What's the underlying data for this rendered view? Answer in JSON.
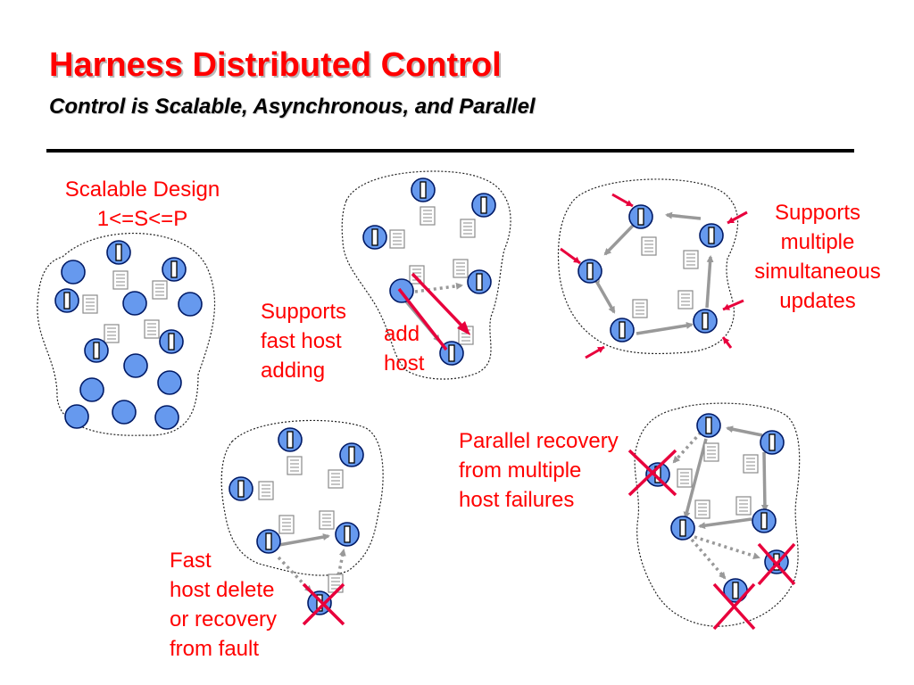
{
  "slide": {
    "title": "Harness Distributed Control",
    "subtitle": "Control is Scalable, Asynchronous, and Parallel"
  },
  "labels": {
    "scalable_design": [
      "Scalable Design",
      "1<=S<=P"
    ],
    "fast_host_adding": [
      "Supports",
      "fast host",
      "adding"
    ],
    "add_host": [
      "add",
      "host"
    ],
    "simultaneous_updates": [
      "Supports",
      "multiple",
      "simultaneous",
      "updates"
    ],
    "parallel_recovery": [
      "Parallel recovery",
      "from multiple",
      "host failures"
    ],
    "fast_delete": [
      "Fast",
      "host delete",
      "or recovery",
      "from fault"
    ]
  },
  "colors": {
    "title": "#ff0000",
    "label": "#ff0000",
    "node_fill": "#6699ee",
    "node_stroke": "#001a66",
    "arrow": "#999999",
    "marker": "#e8003c"
  },
  "icons": {
    "host": "circle-node-icon",
    "daemon": "daemon-bar-icon",
    "document": "document-icon",
    "failure": "x-cross-icon",
    "update": "red-arrow-icon"
  }
}
